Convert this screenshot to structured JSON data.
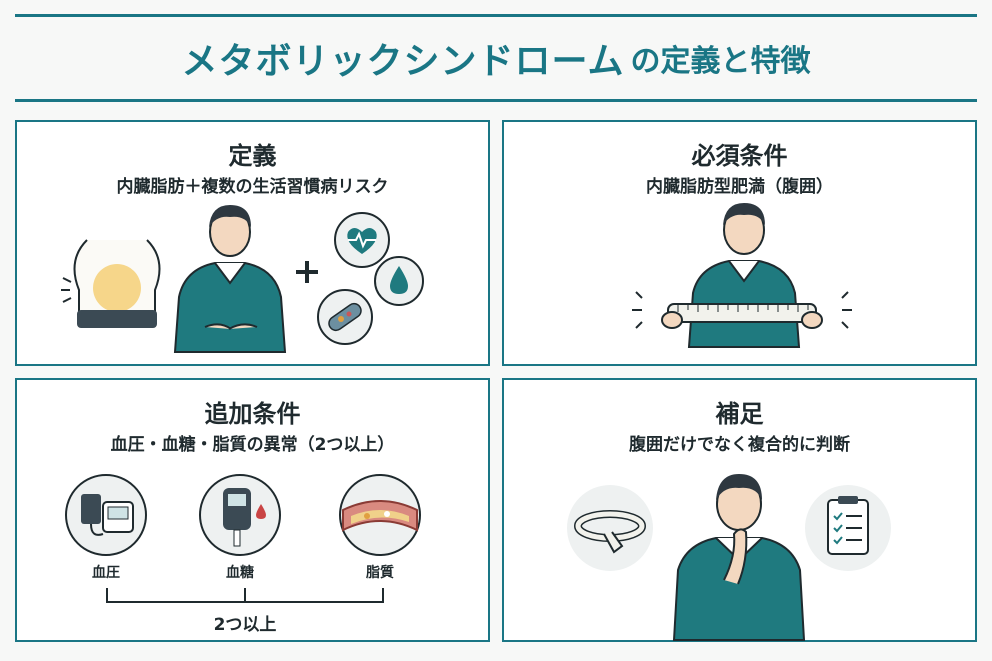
{
  "header": {
    "title_main": "メタボリックシンドローム",
    "title_sub": "の定義と特徴"
  },
  "panels": {
    "definition": {
      "title": "定義",
      "subtitle": "内臓脂肪＋複数の生活習慣病リスク",
      "icons": [
        "waist-belly-icon",
        "plus-icon",
        "heart-pulse-icon",
        "blood-drop-icon",
        "blood-vessel-icon"
      ]
    },
    "required": {
      "title": "必須条件",
      "subtitle": "内臓脂肪型肥満（腹囲）",
      "icons": [
        "measuring-tape-icon"
      ]
    },
    "additional": {
      "title": "追加条件",
      "subtitle": "血圧・血糖・脂質の異常（2つ以上）",
      "items": [
        "血圧",
        "血糖",
        "脂質"
      ],
      "footer": "2つ以上",
      "icons": [
        "blood-pressure-monitor-icon",
        "glucose-meter-icon",
        "clogged-artery-icon"
      ]
    },
    "supplement": {
      "title": "補足",
      "subtitle": "腹囲だけでなく複合的に判断",
      "icons": [
        "tape-measure-icon",
        "checklist-clipboard-icon"
      ]
    }
  },
  "colors": {
    "accent": "#1a7685",
    "sweater": "#1f7a7f",
    "background": "#f7f8f7"
  }
}
